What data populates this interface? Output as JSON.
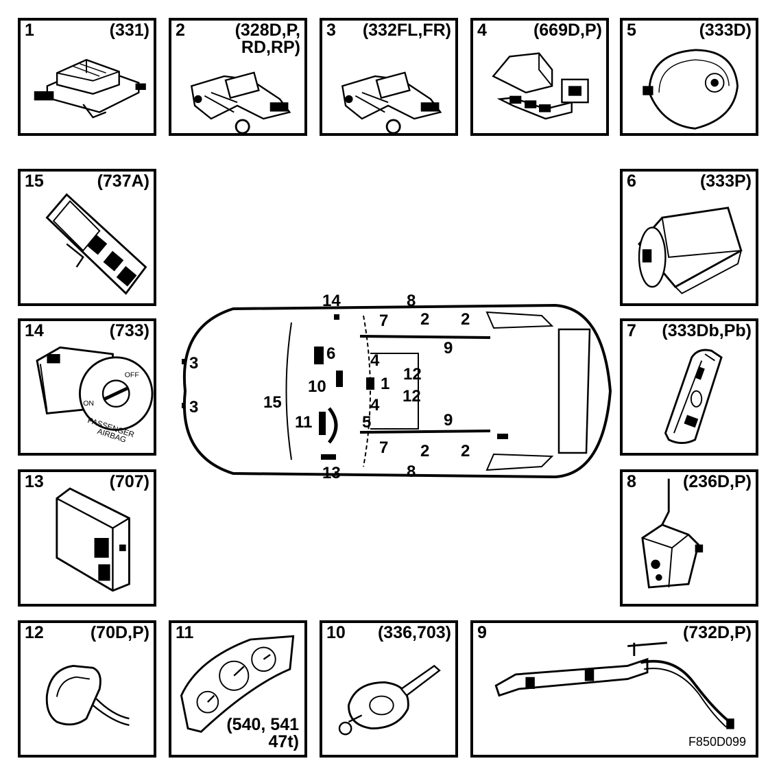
{
  "panels": {
    "p1": {
      "num": "1",
      "code": "(331)"
    },
    "p2": {
      "num": "2",
      "code": "(328D,P,\nRD,RP)"
    },
    "p3": {
      "num": "3",
      "code": "(332FL,FR)"
    },
    "p4": {
      "num": "4",
      "code": "(669D,P)"
    },
    "p5": {
      "num": "5",
      "code": "(333D)"
    },
    "p15": {
      "num": "15",
      "code": "(737A)"
    },
    "p6": {
      "num": "6",
      "code": "(333P)"
    },
    "p14": {
      "num": "14",
      "code": "(733)"
    },
    "p7": {
      "num": "7",
      "code": "(333Db,Pb)"
    },
    "p13": {
      "num": "13",
      "code": "(707)"
    },
    "p8": {
      "num": "8",
      "code": "(236D,P)"
    },
    "p12": {
      "num": "12",
      "code": "(70D,P)"
    },
    "p11": {
      "num": "11",
      "code": "(540, 541\n47t)"
    },
    "p10": {
      "num": "10",
      "code": "(336,703)"
    },
    "p9": {
      "num": "9",
      "code": "(732D,P)"
    }
  },
  "switch_text": {
    "off": "OFF",
    "on": "ON",
    "line1": "PASSENGER",
    "line2": "AIRBAG"
  },
  "center_labels": {
    "l14": "14",
    "l8a": "8",
    "l7a": "7",
    "l2a": "2",
    "l2b": "2",
    "l9a": "9",
    "l6": "6",
    "l4a": "4",
    "l12a": "12",
    "l1": "1",
    "l10": "10",
    "l3a": "3",
    "l3b": "3",
    "l15": "15",
    "l4b": "4",
    "l12b": "12",
    "l11": "11",
    "l5": "5",
    "l9b": "9",
    "l7b": "7",
    "l2c": "2",
    "l2d": "2",
    "l13": "13",
    "l8b": "8"
  },
  "figure_id": "F850D099"
}
